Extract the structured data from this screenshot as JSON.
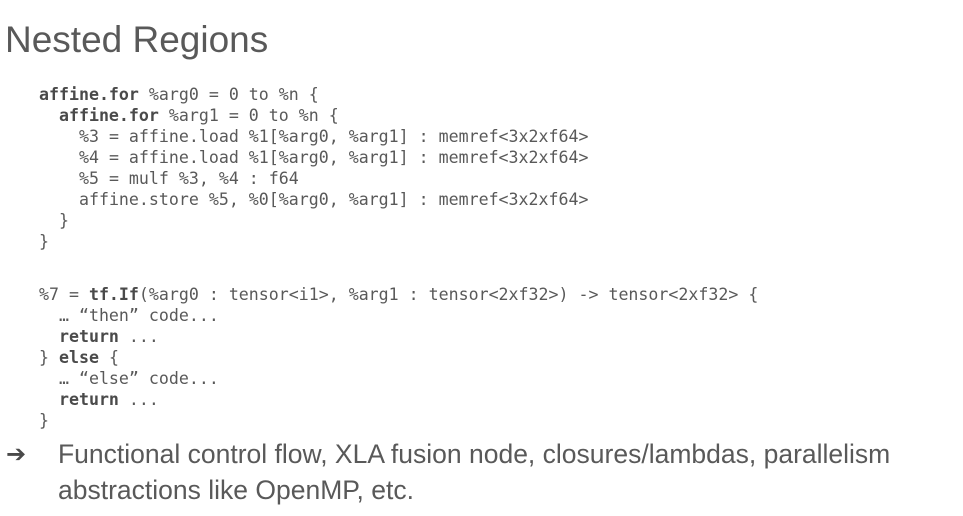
{
  "slide": {
    "title": "Nested Regions"
  },
  "code_block_1": {
    "lines": [
      {
        "indent": "",
        "kw": "affine.for",
        "rest": " %arg0 = 0 to %n {"
      },
      {
        "indent": "  ",
        "kw": "affine.for",
        "rest": " %arg1 = 0 to %n {"
      },
      {
        "indent": "    ",
        "kw": "",
        "rest": "%3 = affine.load %1[%arg0, %arg1] : memref<3x2xf64>"
      },
      {
        "indent": "    ",
        "kw": "",
        "rest": "%4 = affine.load %1[%arg0, %arg1] : memref<3x2xf64>"
      },
      {
        "indent": "    ",
        "kw": "",
        "rest": "%5 = mulf %3, %4 : f64"
      },
      {
        "indent": "    ",
        "kw": "",
        "rest": "affine.store %5, %0[%arg0, %arg1] : memref<3x2xf64>"
      },
      {
        "indent": "  ",
        "kw": "",
        "rest": "}"
      },
      {
        "indent": "",
        "kw": "",
        "rest": "}"
      }
    ]
  },
  "code_block_2": {
    "lines": [
      {
        "pre": "%7 = ",
        "kw": "tf.If",
        "rest": "(%arg0 : tensor<i1>, %arg1 : tensor<2xf32>) -> tensor<2xf32> {"
      },
      {
        "pre": "  … “then” code...",
        "kw": "",
        "rest": ""
      },
      {
        "pre": "  ",
        "kw": "return",
        "rest": " ..."
      },
      {
        "pre": "} ",
        "kw": "else",
        "rest": " {"
      },
      {
        "pre": "  … “else” code...",
        "kw": "",
        "rest": ""
      },
      {
        "pre": "  ",
        "kw": "return",
        "rest": " ..."
      },
      {
        "pre": "}",
        "kw": "",
        "rest": ""
      }
    ]
  },
  "bullet": {
    "icon": "arrow-right-icon",
    "glyph": "➔",
    "text": "Functional control flow, XLA fusion node, closures/lambdas, parallelism abstractions like OpenMP, etc."
  }
}
